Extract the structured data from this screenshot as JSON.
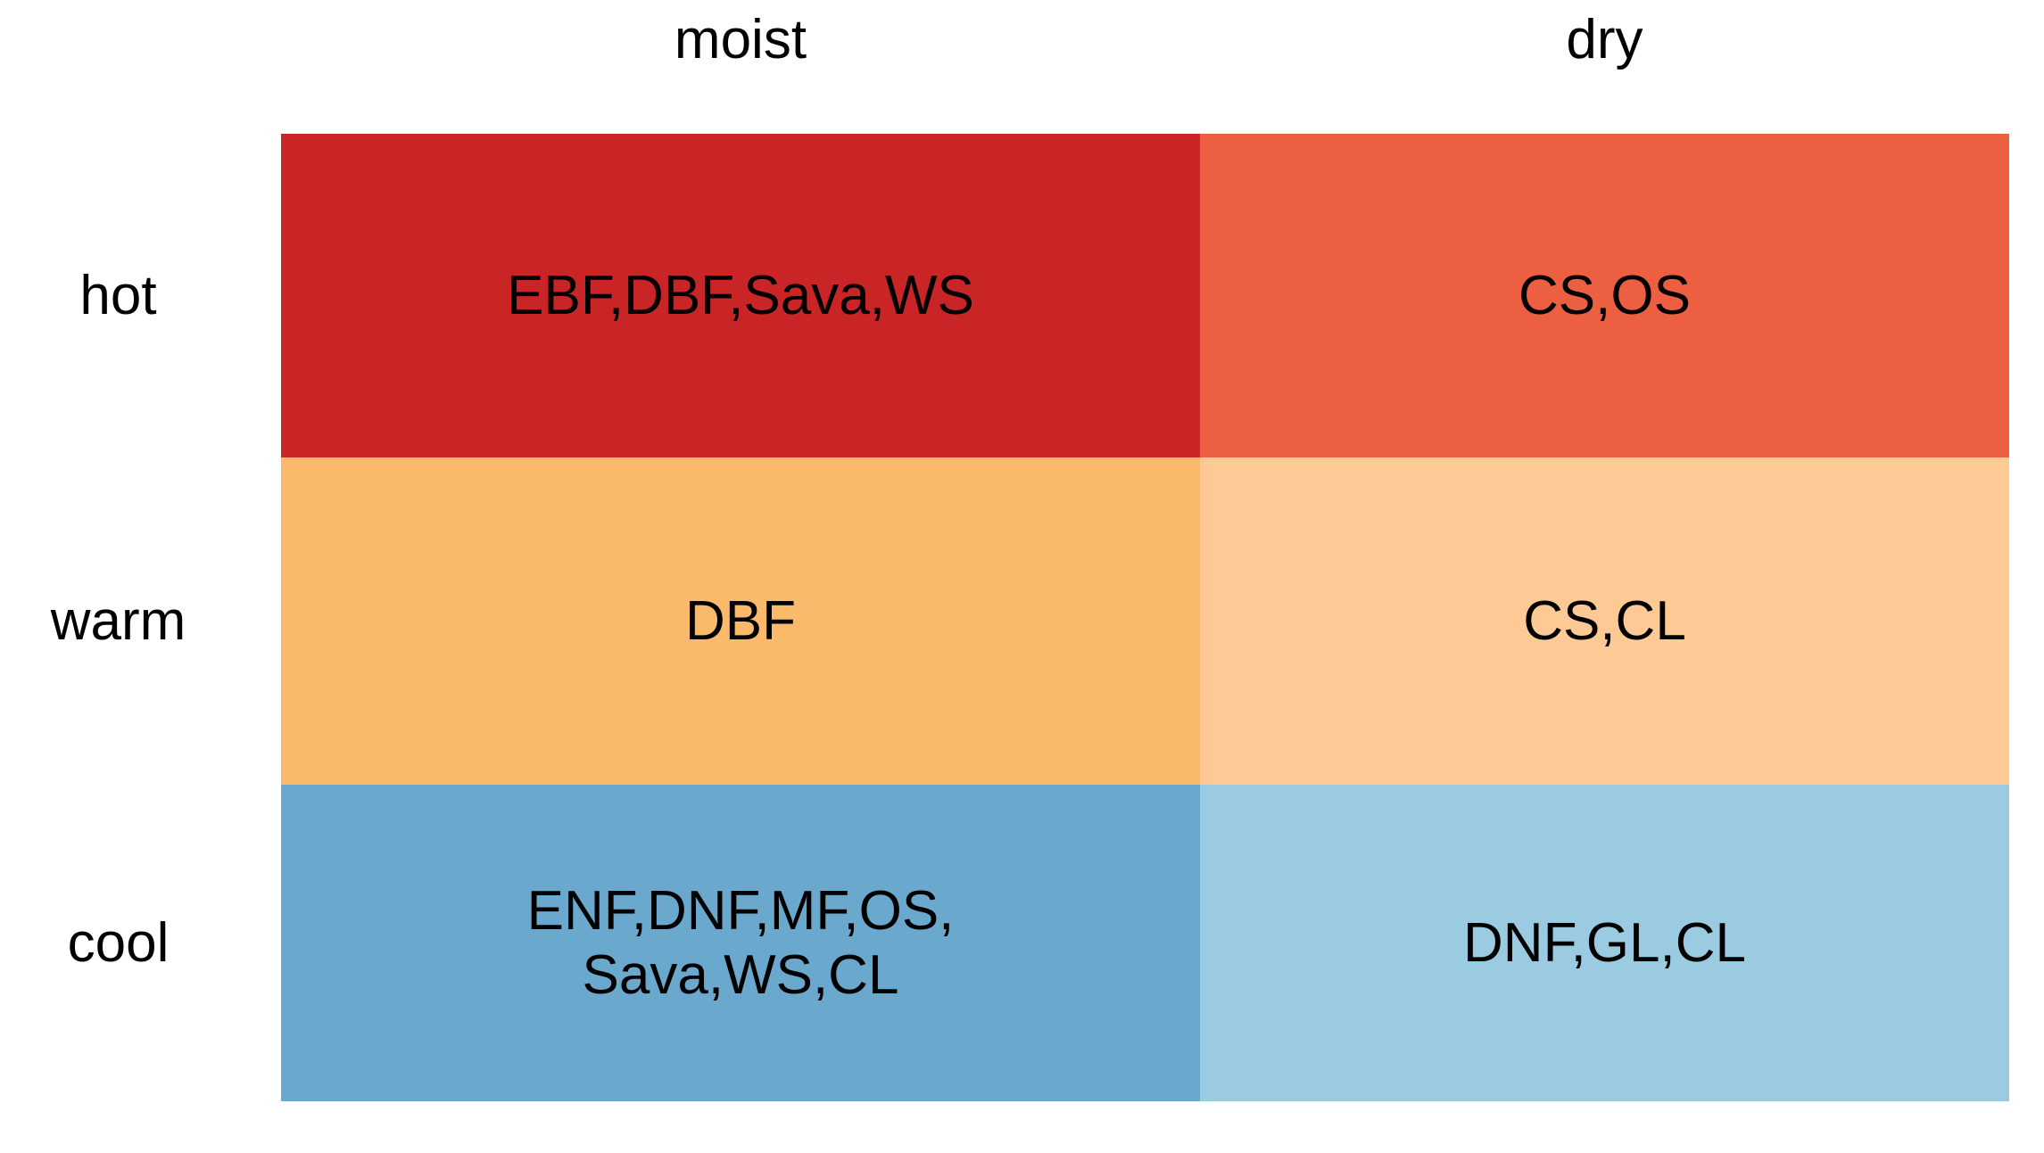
{
  "figure": {
    "type": "mosaic-matrix",
    "background_color": "#ffffff",
    "text_color": "#000000"
  },
  "columns": [
    {
      "key": "moist",
      "label": "moist"
    },
    {
      "key": "dry",
      "label": "dry"
    }
  ],
  "rows": [
    {
      "key": "hot",
      "label": "hot"
    },
    {
      "key": "warm",
      "label": "warm"
    },
    {
      "key": "cool",
      "label": "cool"
    }
  ],
  "cells": {
    "hot_moist": {
      "text": "EBF,DBF,Sava,WS",
      "color": "#ca2526"
    },
    "hot_dry": {
      "text": "CS,OS",
      "color": "#ec5f40"
    },
    "warm_moist": {
      "text": "DBF",
      "color": "#fbba6b"
    },
    "warm_dry": {
      "text": "CS,CL",
      "color": "#fdca95"
    },
    "cool_moist": {
      "text": "ENF,DNF,MF,OS,\nSava,WS,CL",
      "color": "#6ba8ce"
    },
    "cool_dry": {
      "text": "DNF,GL,CL",
      "color": "#9acbe0"
    }
  },
  "chart_data": {
    "type": "heatmap",
    "title": "",
    "xlabel": "",
    "ylabel": "",
    "x_tick_labels": [
      "moist",
      "dry"
    ],
    "y_tick_labels": [
      "hot",
      "warm",
      "cool"
    ],
    "grid": false,
    "legend": "none",
    "cell_labels": [
      [
        "EBF,DBF,Sava,WS",
        "CS,OS"
      ],
      [
        "DBF",
        "CS,CL"
      ],
      [
        "ENF,DNF,MF,OS,\nSava,WS,CL",
        "DNF,GL,CL"
      ]
    ],
    "cell_colors": [
      [
        "#ca2526",
        "#ec5f40"
      ],
      [
        "#fbba6b",
        "#fdca95"
      ],
      [
        "#6ba8ce",
        "#9acbe0"
      ]
    ],
    "annotations": [
      {
        "row": "hot",
        "column": "moist",
        "classes": [
          "EBF",
          "DBF",
          "Sava",
          "WS"
        ]
      },
      {
        "row": "hot",
        "column": "dry",
        "classes": [
          "CS",
          "OS"
        ]
      },
      {
        "row": "warm",
        "column": "moist",
        "classes": [
          "DBF"
        ]
      },
      {
        "row": "warm",
        "column": "dry",
        "classes": [
          "CS",
          "CL"
        ]
      },
      {
        "row": "cool",
        "column": "moist",
        "classes": [
          "ENF",
          "DNF",
          "MF",
          "OS",
          "Sava",
          "WS",
          "CL"
        ]
      },
      {
        "row": "cool",
        "column": "dry",
        "classes": [
          "DNF",
          "GL",
          "CL"
        ]
      }
    ]
  }
}
